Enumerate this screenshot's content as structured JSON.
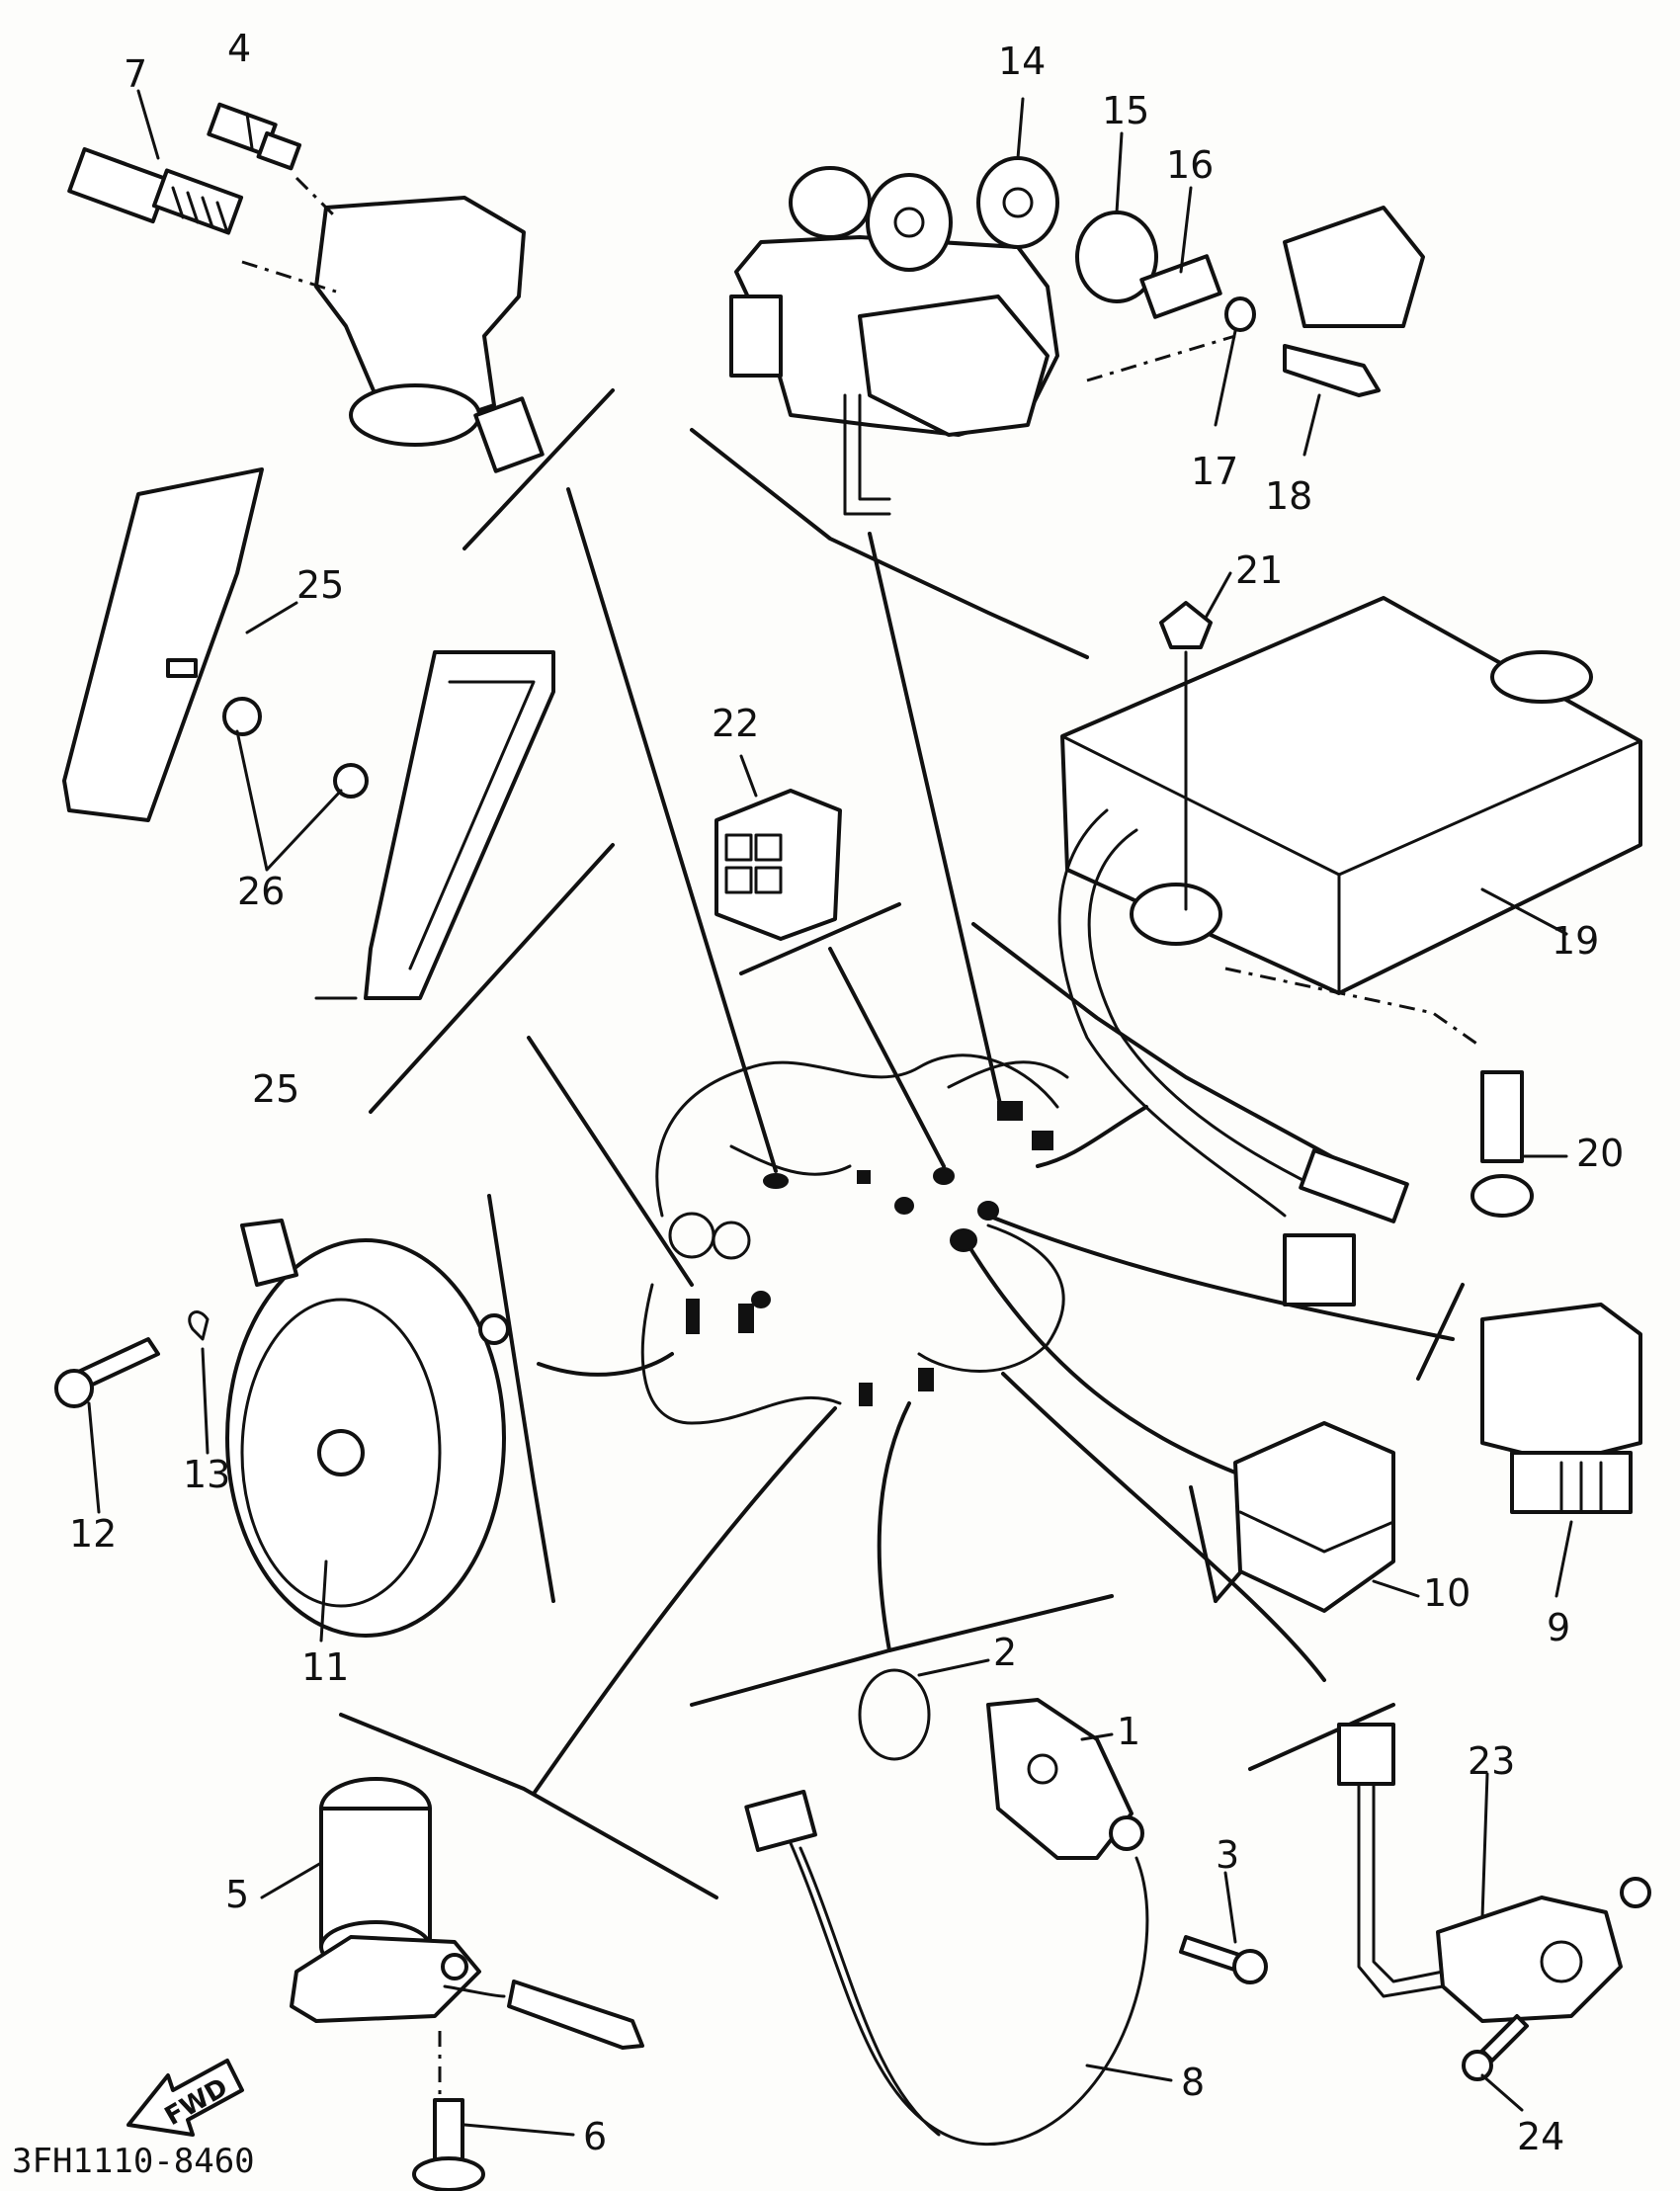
{
  "diagram_code": "3FH1110-8460",
  "fwd_label": "FWD",
  "callouts": {
    "c1": "1",
    "c2": "2",
    "c3": "3",
    "c4": "4",
    "c5": "5",
    "c6": "6",
    "c7": "7",
    "c8": "8",
    "c9": "9",
    "c10": "10",
    "c11": "11",
    "c12": "12",
    "c13": "13",
    "c14": "14",
    "c15": "15",
    "c16": "16",
    "c17": "17",
    "c18": "18",
    "c19": "19",
    "c20": "20",
    "c21": "21",
    "c22": "22",
    "c23": "23",
    "c24": "24",
    "c25a": "25",
    "c25b": "25",
    "c26": "26"
  }
}
